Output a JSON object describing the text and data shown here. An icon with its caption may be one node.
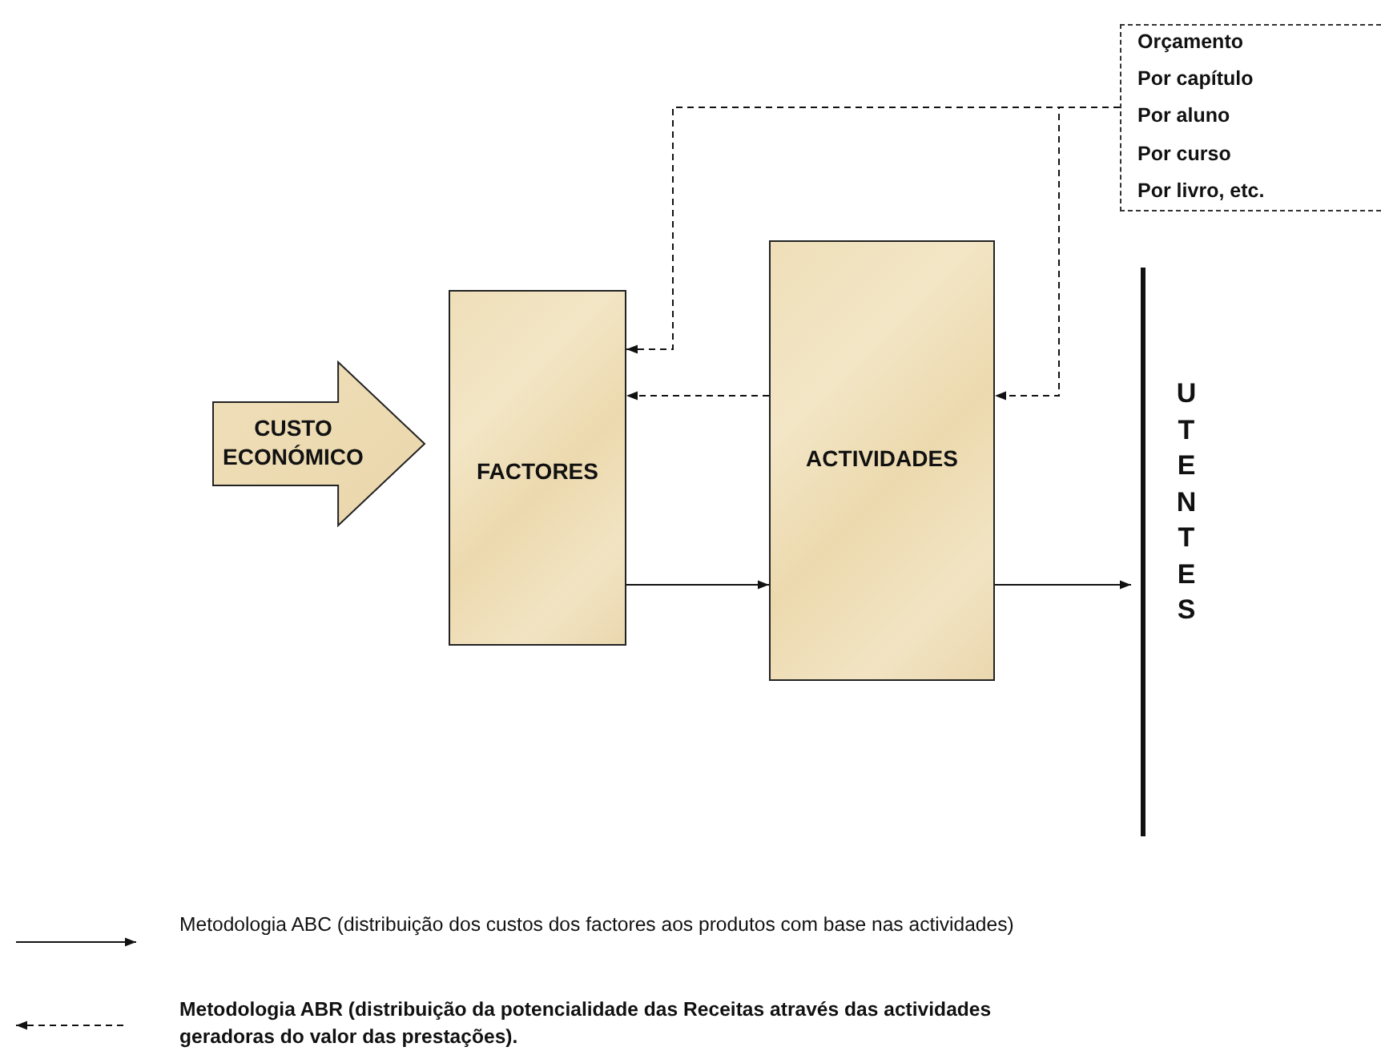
{
  "diagram": {
    "nodes": [
      {
        "text": [
          "CUSTO ECONÓMICO"
        ]
      },
      {
        "text": [
          "FACTORES"
        ]
      },
      {
        "text": [
          "ACTIVIDADES"
        ]
      },
      {
        "text": [
          "UTENTES"
        ]
      },
      {
        "text": [
          "Orçamento",
          "Por capítulo",
          "Por aluno",
          "Por curso",
          "Por livro, etc."
        ]
      }
    ],
    "edges": [
      {
        "from": 1,
        "to": 2,
        "arrow": "to"
      },
      {
        "from": 2,
        "to": 3,
        "arrow": "to"
      },
      {
        "from": 2,
        "to": 1,
        "arrow": "to",
        "style": "dashed"
      },
      {
        "from": 4,
        "to": 1,
        "arrow": "to",
        "style": "dashed"
      },
      {
        "from": 4,
        "to": 2,
        "arrow": "to",
        "style": "dashed"
      }
    ],
    "legend": [
      {
        "text": "Metodologia ABC (distribuição dos custos dos factores aos produtos com base nas actividades)"
      },
      {
        "text": "Metodologia ABR (distribuição da potencialidade das Receitas através das actividades geradoras do valor das prestações)."
      }
    ]
  }
}
